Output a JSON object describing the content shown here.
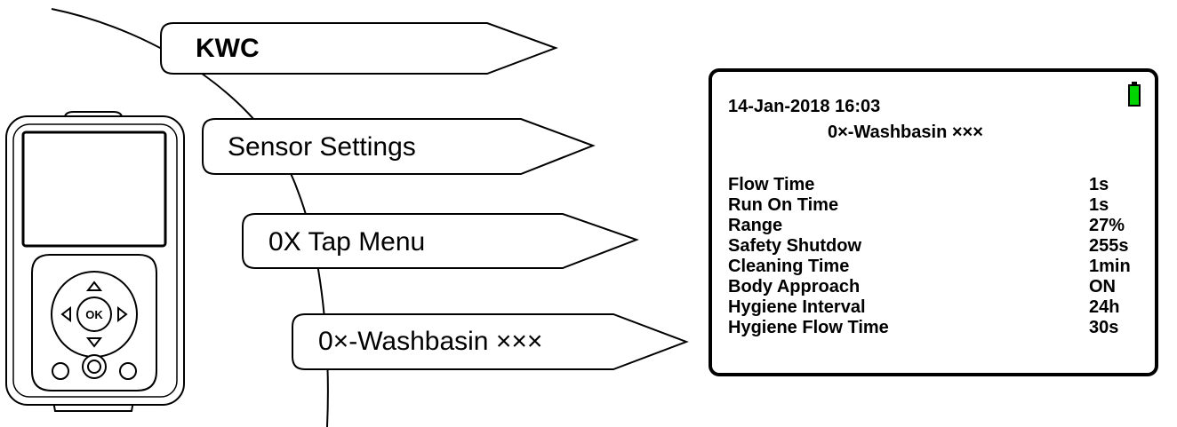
{
  "menu": {
    "items": [
      {
        "label": "KWC"
      },
      {
        "label": "Sensor Settings"
      },
      {
        "label": "0X Tap Menu"
      },
      {
        "label": "0×-Washbasin ×××"
      }
    ]
  },
  "device": {
    "ok_label": "OK"
  },
  "screen": {
    "datetime": "14-Jan-2018 16:03",
    "title": "0×-Washbasin ×××",
    "battery_color": "#00d400",
    "rows": [
      {
        "label": "Flow Time",
        "value": "1s"
      },
      {
        "label": "Run On Time",
        "value": "1s"
      },
      {
        "label": "Range",
        "value": "27%"
      },
      {
        "label": "Safety Shutdow",
        "value": "255s"
      },
      {
        "label": "Cleaning Time",
        "value": "1min"
      },
      {
        "label": "Body Approach",
        "value": "ON"
      },
      {
        "label": "Hygiene Interval",
        "value": "24h"
      },
      {
        "label": "Hygiene Flow Time",
        "value": "30s"
      }
    ]
  }
}
